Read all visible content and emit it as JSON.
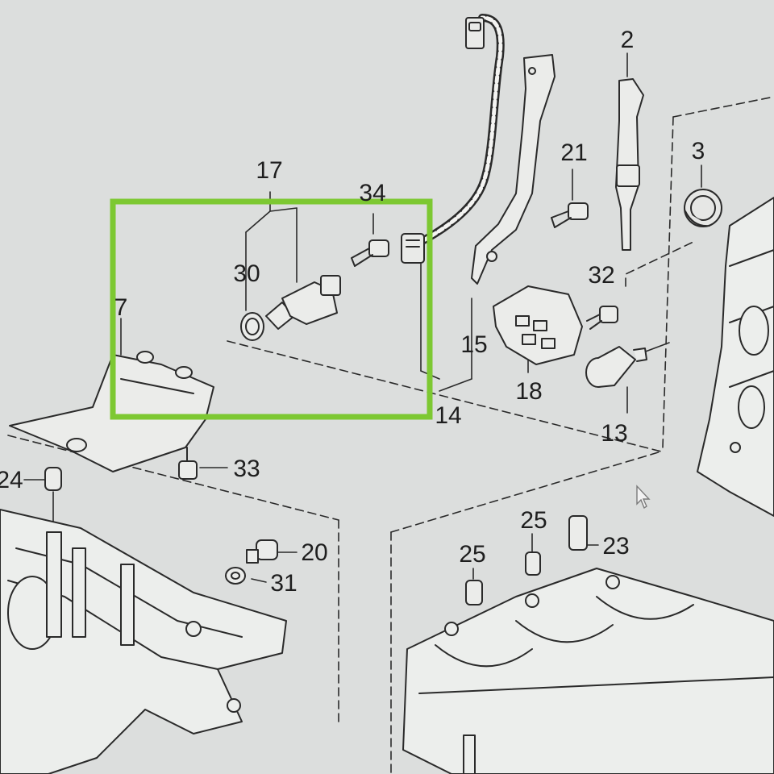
{
  "diagram": {
    "callouts": [
      {
        "id": "c2",
        "text": "2"
      },
      {
        "id": "c3",
        "text": "3"
      },
      {
        "id": "c7",
        "text": "7"
      },
      {
        "id": "c13",
        "text": "13"
      },
      {
        "id": "c14",
        "text": "14"
      },
      {
        "id": "c15",
        "text": "15"
      },
      {
        "id": "c17",
        "text": "17"
      },
      {
        "id": "c18",
        "text": "18"
      },
      {
        "id": "c20",
        "text": "20"
      },
      {
        "id": "c21",
        "text": "21"
      },
      {
        "id": "c23",
        "text": "23"
      },
      {
        "id": "c24",
        "text": "24"
      },
      {
        "id": "c25a",
        "text": "25"
      },
      {
        "id": "c25b",
        "text": "25"
      },
      {
        "id": "c30",
        "text": "30"
      },
      {
        "id": "c31",
        "text": "31"
      },
      {
        "id": "c32",
        "text": "32"
      },
      {
        "id": "c33",
        "text": "33"
      },
      {
        "id": "c34",
        "text": "34"
      }
    ]
  },
  "colors": {
    "background": "#dcdedd",
    "line_art": "#2a2a2a",
    "highlight": "#7dc832"
  },
  "icons": [
    "cursor-icon"
  ]
}
